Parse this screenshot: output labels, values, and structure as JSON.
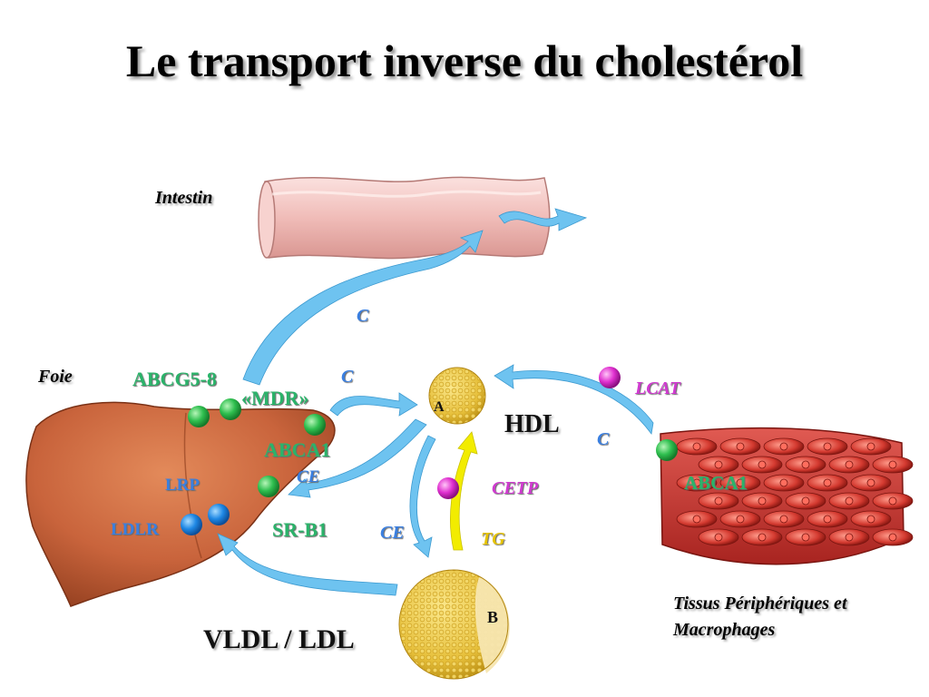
{
  "title": "Le transport inverse du cholestérol",
  "labels": {
    "intestin": "Intestin",
    "foie": "Foie",
    "abcg58": "ABCG5-8",
    "mdr": "«MDR»",
    "abca1_liver": "ABCA1",
    "lrp": "LRP",
    "ldlr": "LDLR",
    "srb1": "SR-B1",
    "ce_liver": "CE",
    "c_top": "C",
    "c_mid": "C",
    "c_right": "C",
    "hdl": "HDL",
    "hdl_letter": "A",
    "ldl_letter": "B",
    "lcat": "LCAT",
    "cetp": "CETP",
    "ce_low": "CE",
    "tg": "TG",
    "abca1_tissue": "ABCA1",
    "vldl_ldl": "VLDL / LDL",
    "tissus_line1": "Tissus Périphériques et",
    "tissus_line2": "Macrophages"
  },
  "colors": {
    "receptor_green": "#2fbf4f",
    "receptor_blue": "#1e88e5",
    "enzyme_magenta": "#e030d0",
    "arrow_blue": "#6ec3f0",
    "arrow_yellow": "#f2ec00",
    "liver": "#c9643c",
    "intestine": "#f2c2c0",
    "muscle": "#c8302c",
    "lipoprotein": "#e9c23a"
  }
}
